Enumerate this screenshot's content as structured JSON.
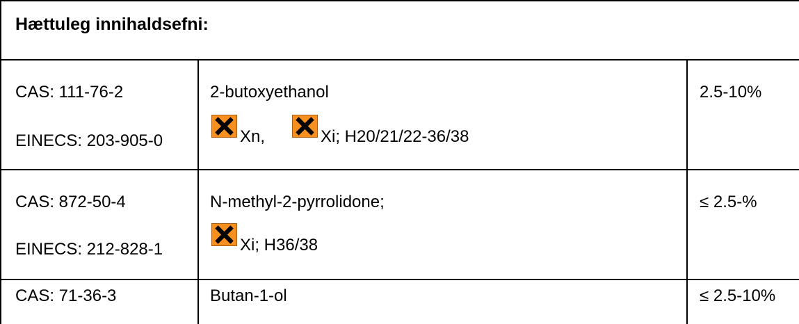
{
  "header": {
    "title": "Hættuleg innihaldsefni:"
  },
  "rows": [
    {
      "cas": "CAS: 111-76-2",
      "einecs": "EINECS: 203-905-0",
      "name": "2-butoxyethanol",
      "hazard_1_label": "Xn,",
      "hazard_2_label": "Xi; H20/21/22-36/38",
      "concentration": "2.5-10%"
    },
    {
      "cas": "CAS: 872-50-4",
      "einecs": "EINECS: 212-828-1",
      "name": "N-methyl-2-pyrrolidone;",
      "hazard_1_label": "Xi; H36/38",
      "concentration": "≤ 2.5-%"
    },
    {
      "cas": "CAS: 71-36-3",
      "name": "Butan-1-ol",
      "concentration": "≤ 2.5-10%"
    }
  ],
  "icons": {
    "hazard_symbol": "harmful-irritant-x-icon",
    "hazard_color": "#f7901e"
  }
}
